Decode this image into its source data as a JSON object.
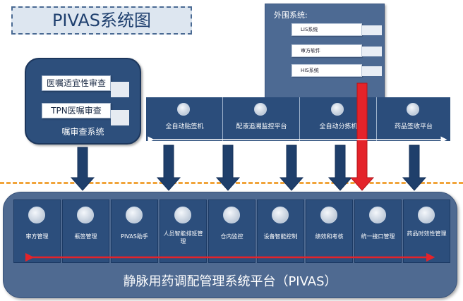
{
  "title": "PIVAS系统图",
  "external": {
    "title": "外围系统:",
    "items": [
      "LIS系统",
      "审方软件",
      "HIS系统"
    ]
  },
  "review": {
    "items": [
      "医嘱适宜性审查",
      "TPN医嘱审查"
    ],
    "label": "嘱审查系统"
  },
  "equipment": [
    "全自动贴签机",
    "配液追溯监控平台",
    "全自动分拣机",
    "药品签收平台"
  ],
  "modules": [
    "审方管理",
    "瓶签管理",
    "PIVAS助手",
    "人员智能排班管理",
    "仓内监控",
    "设备智能控制",
    "绩效和考核",
    "统一接口管理",
    "药品时效性管理"
  ],
  "platform_label": "静脉用药调配管理系统平台（PIVAS）",
  "colors": {
    "primary_dark": "#2b4d7b",
    "panel": "#4f6a91",
    "arrow_blue": "#1f3f6b",
    "arrow_red": "#e4232a",
    "dash_orange": "#f1a43a"
  }
}
